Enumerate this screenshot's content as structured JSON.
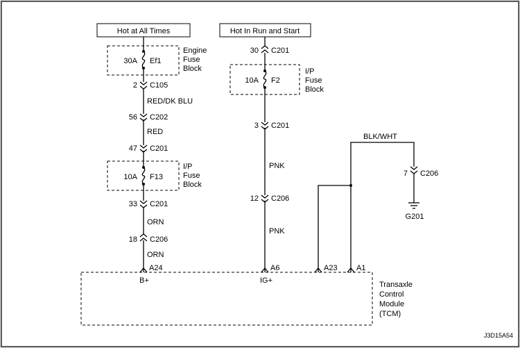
{
  "sources": {
    "left": "Hot at All Times",
    "right": "Hot In Run and Start"
  },
  "left_circuit": {
    "fuse_block": {
      "name_lines": [
        "Engine",
        "Fuse",
        "Block"
      ],
      "rating": "30A",
      "fuse": "Ef1"
    },
    "conn1": {
      "pin": "2",
      "name": "C105"
    },
    "wire1": "RED/DK BLU",
    "conn2": {
      "pin": "56",
      "name": "C202"
    },
    "wire2": "RED",
    "conn3": {
      "pin": "47",
      "name": "C201"
    },
    "fuse_block2": {
      "name_lines": [
        "I/P",
        "Fuse",
        "Block"
      ],
      "rating": "10A",
      "fuse": "F13"
    },
    "conn4": {
      "pin": "33",
      "name": "C201"
    },
    "wire3": "ORN",
    "conn5": {
      "pin": "18",
      "name": "C206"
    },
    "wire4": "ORN",
    "pin": "A24",
    "terminal": "B+"
  },
  "right_circuit": {
    "conn1": {
      "pin": "30",
      "name": "C201"
    },
    "fuse_block": {
      "name_lines": [
        "I/P",
        "Fuse",
        "Block"
      ],
      "rating": "10A",
      "fuse": "F2"
    },
    "conn2": {
      "pin": "3",
      "name": "C201"
    },
    "wire1": "PNK",
    "conn3": {
      "pin": "12",
      "name": "C206"
    },
    "wire2": "PNK",
    "pin": "A6",
    "terminal": "IG+"
  },
  "ground_circuit": {
    "wire": "BLK/WHT",
    "conn": {
      "pin": "7",
      "name": "C206"
    },
    "ground": "G201",
    "pins": [
      "A23",
      "A1"
    ]
  },
  "module": {
    "name_lines": [
      "Transaxle",
      "Control",
      "Module",
      "(TCM)"
    ]
  },
  "figure_id": "J3D15A54",
  "colors": {
    "background": "#d9d9d9",
    "line": "#000000",
    "box": "#ffffff"
  }
}
